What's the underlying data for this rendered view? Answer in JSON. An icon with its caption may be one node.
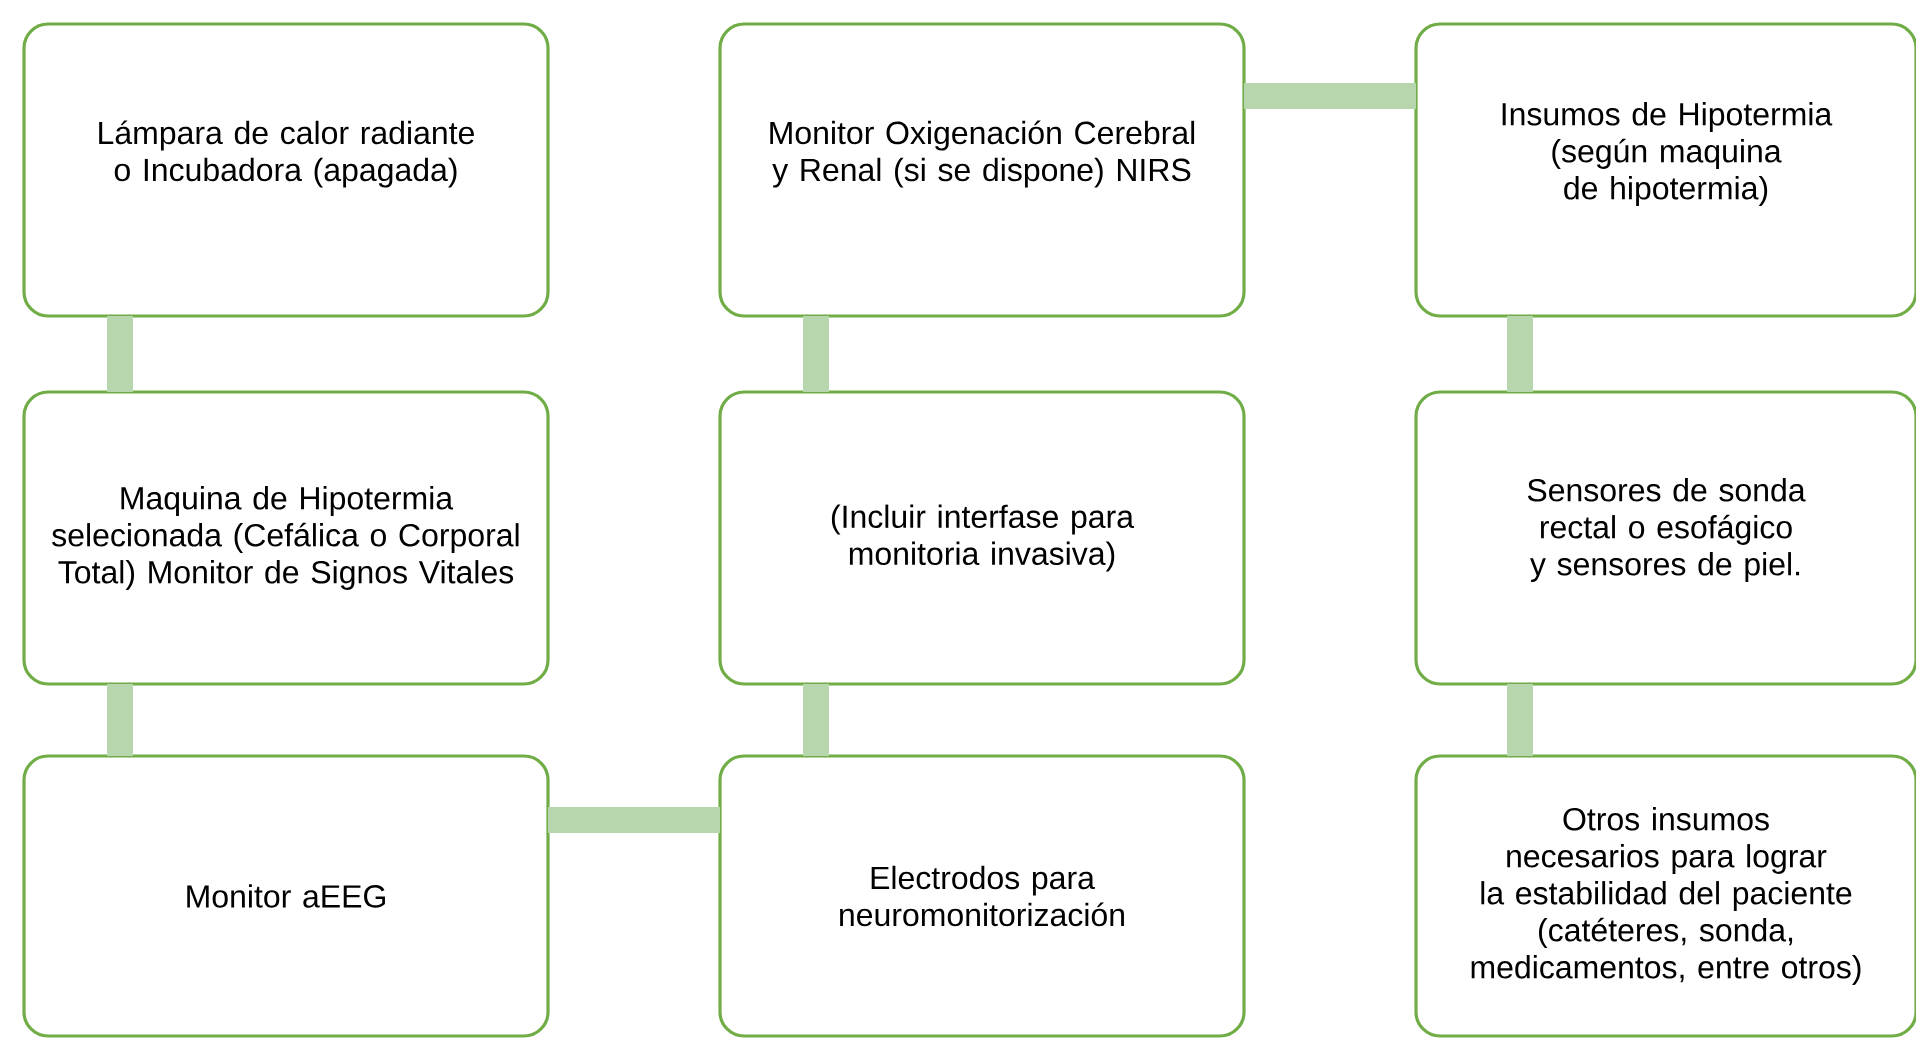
{
  "diagram": {
    "nodes": [
      {
        "text": [
          "Lámpara de calor radiante o Incubadora (apagada)"
        ]
      },
      {
        "text": [
          "Maquina de Hipotermia selecionada (Cefálica o Corporal Total) Monitor de Signos Vitales"
        ]
      },
      {
        "text": [
          "Monitor aEEG"
        ]
      },
      {
        "text": [
          "Electrodos para neuromonitorización"
        ]
      },
      {
        "text": [
          "(Incluir interfase para monitoria invasiva)"
        ]
      },
      {
        "text": [
          "Monitor Oxigenación Cerebral y Renal (si se dispone) NIRS"
        ]
      },
      {
        "text": [
          "Insumos de Hipotermia (según maquina de hipotermia)"
        ]
      },
      {
        "text": [
          "Sensores de sonda rectal o esofágico y sensores de piel."
        ]
      },
      {
        "text": [
          "Otros insumos necesarios para lograr la estabilidad del paciente (catéteres, sonda, medicamentos, entre otros)"
        ]
      }
    ],
    "edges": [
      {
        "from": 0,
        "to": 1,
        "arrow": "none"
      },
      {
        "from": 1,
        "to": 2,
        "arrow": "none"
      },
      {
        "from": 2,
        "to": 3,
        "arrow": "none"
      },
      {
        "from": 3,
        "to": 4,
        "arrow": "none"
      },
      {
        "from": 4,
        "to": 5,
        "arrow": "none"
      },
      {
        "from": 5,
        "to": 6,
        "arrow": "none"
      },
      {
        "from": 6,
        "to": 7,
        "arrow": "none"
      },
      {
        "from": 7,
        "to": 8,
        "arrow": "none"
      }
    ]
  }
}
